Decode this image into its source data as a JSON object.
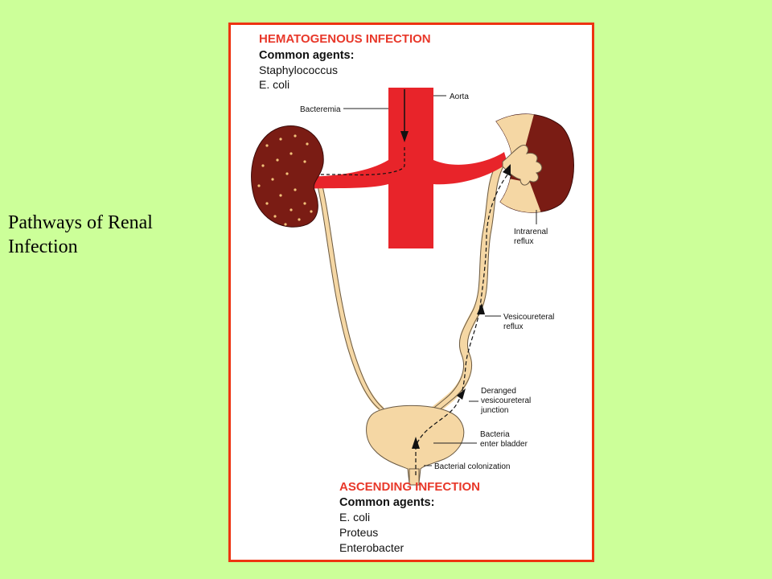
{
  "slide": {
    "title": "Pathways of Renal Infection"
  },
  "diagram": {
    "hematogenous": {
      "heading": "HEMATOGENOUS INFECTION",
      "agents_label": "Common agents:",
      "agents": [
        "Staphylococcus",
        "E. coli"
      ]
    },
    "ascending": {
      "heading": "ASCENDING INFECTION",
      "agents_label": "Common agents:",
      "agents": [
        "E. coli",
        "Proteus",
        "Enterobacter"
      ]
    },
    "labels": {
      "aorta": "Aorta",
      "bacteremia": "Bacteremia",
      "intrarenal_1": "Intrarenal",
      "intrarenal_2": "reflux",
      "vesico_1": "Vesicoureteral",
      "vesico_2": "reflux",
      "deranged_1": "Deranged",
      "deranged_2": "vesicoureteral",
      "deranged_3": "junction",
      "bacteria_1": "Bacteria",
      "bacteria_2": "enter bladder",
      "colonization": "Bacterial colonization"
    },
    "colors": {
      "heading_red": "#e8382a",
      "artery_red": "#e8242a",
      "kidney_maroon": "#7a1c14",
      "urinary_tan": "#f5d7a4",
      "frame": "#ee3311",
      "background": "#ccff99"
    }
  }
}
